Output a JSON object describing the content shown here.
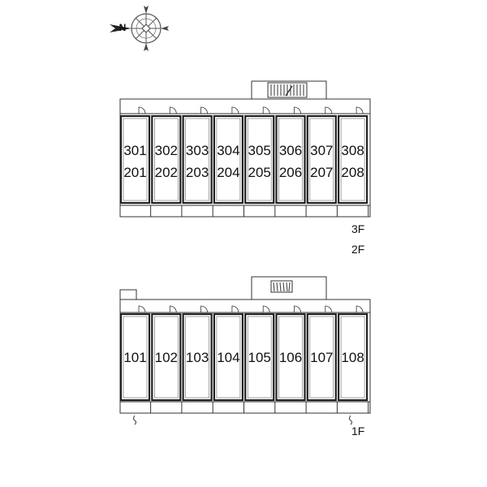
{
  "compass": {
    "icon": "compass-rose-icon",
    "north_label": "N"
  },
  "upper_block": {
    "unit_pairs": [
      {
        "top": "301",
        "bottom": "201"
      },
      {
        "top": "302",
        "bottom": "202"
      },
      {
        "top": "303",
        "bottom": "203"
      },
      {
        "top": "304",
        "bottom": "204"
      },
      {
        "top": "305",
        "bottom": "205"
      },
      {
        "top": "306",
        "bottom": "206"
      },
      {
        "top": "307",
        "bottom": "207"
      },
      {
        "top": "308",
        "bottom": "208"
      }
    ],
    "floor_labels": [
      "3F",
      "2F"
    ]
  },
  "lower_block": {
    "units": [
      "101",
      "102",
      "103",
      "104",
      "105",
      "106",
      "107",
      "108"
    ],
    "floor_label": "1F"
  },
  "colors": {
    "line": "#333333",
    "wall": "#222222",
    "paper": "#ffffff"
  }
}
